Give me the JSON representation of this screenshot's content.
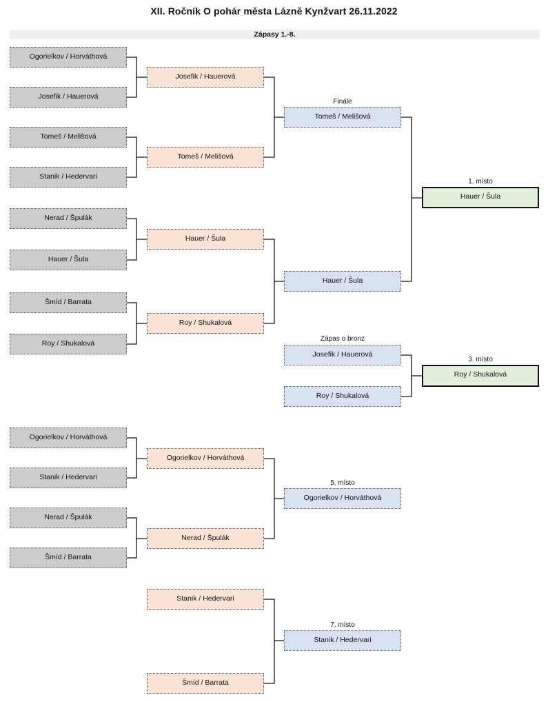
{
  "title": "XII. Ročník O pohár města Lázně Kynžvart 26.11.2022",
  "section": "Zápasy 1.-8.",
  "colors": {
    "round1": "#cccccc",
    "round2": "#fbe4d5",
    "round3": "#d9e2f3",
    "place": "#e2efda",
    "section_bg": "#efefef"
  },
  "main_bracket": {
    "round1": [
      "Ogorielkov / Horváthová",
      "Josefik / Hauerová",
      "Tomeš / Melišová",
      "Stanik / Hedervari",
      "Nerad / Špulák",
      "Hauer / Šula",
      "Šmíd / Barrata",
      "Roy / Shukalová"
    ],
    "round2": [
      "Josefik / Hauerová",
      "Tomeš / Melišová",
      "Hauer / Šula",
      "Roy / Shukalová"
    ],
    "final": {
      "label": "Finále",
      "teams": [
        "Tomeš / Melišová",
        "Hauer / Šula"
      ]
    },
    "first_place": {
      "label": "1. místo",
      "team": "Hauer / Šula"
    },
    "bronze": {
      "label": "Zápas o bronz",
      "teams": [
        "Josefik / Hauerová",
        "Roy / Shukalová"
      ]
    },
    "third_place": {
      "label": "3. místo",
      "team": "Roy / Shukalová"
    }
  },
  "consolation_bracket": {
    "round1": [
      "Ogorielkov / Horváthová",
      "Stanik / Hedervari",
      "Nerad / Špulák",
      "Šmíd / Barrata"
    ],
    "round2": [
      "Ogorielkov / Horváthová",
      "Nerad / Špulák"
    ],
    "fifth_place": {
      "label": "5. místo",
      "team": "Ogorielkov / Horváthová"
    },
    "seventh_match": [
      "Stanik / Hedervari",
      "Šmíd / Barrata"
    ],
    "seventh_place": {
      "label": "7. místo",
      "team": "Stanik / Hedervari"
    }
  }
}
